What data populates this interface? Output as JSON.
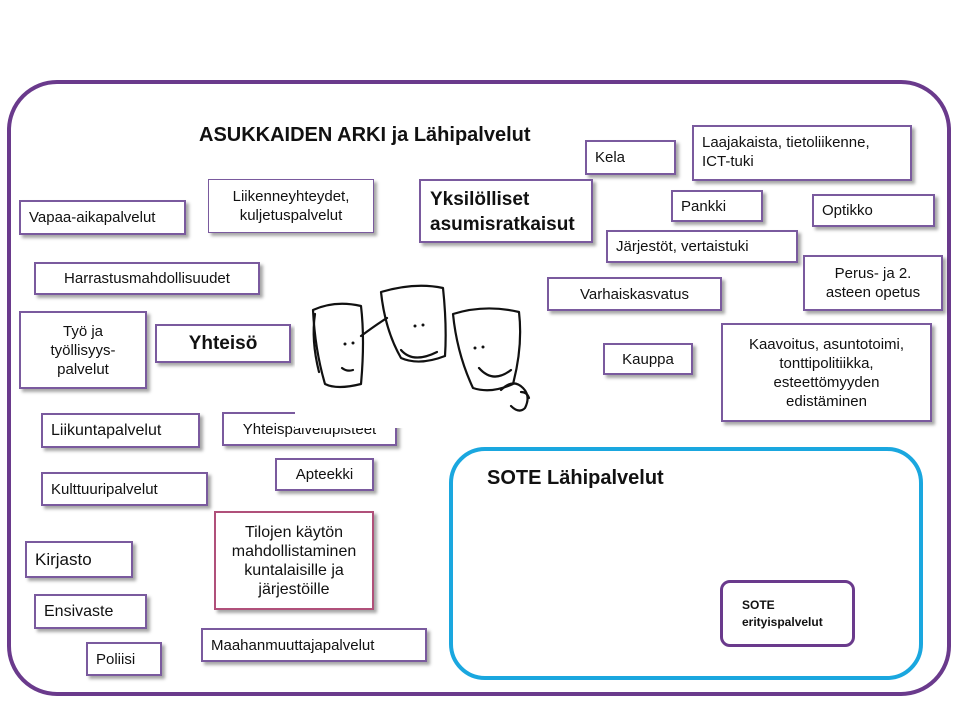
{
  "title": "ASUKKAIDEN ARKI ja Lähipalvelut",
  "boxes": {
    "kela": "Kela",
    "laajakaista_1": "Laajakaista, tietoliikenne,",
    "laajakaista_2": "ICT-tuki",
    "liikenne_1": "Liikenneyhteydet,",
    "liikenne_2": "kuljetuspalvelut",
    "yksilolliset_1": "Yksilölliset",
    "yksilolliset_2": "asumisratkaisut",
    "pankki": "Pankki",
    "optikko": "Optikko",
    "vapaa": "Vapaa-aikapalvelut",
    "jarjestot": "Järjestöt, vertaistuki",
    "harrastus": "Harrastusmahdollisuudet",
    "perus_1": "Perus- ja 2.",
    "perus_2": "asteen  opetus",
    "varhais": "Varhaiskasvatus",
    "tyo_1": "Työ ja",
    "tyo_2": "työllisyys-",
    "tyo_3": "palvelut",
    "yhteiso": "Yhteisö",
    "kauppa": "Kauppa",
    "kaavoitus_1": "Kaavoitus, asuntotoimi,",
    "kaavoitus_2": "tonttipolitiikka,",
    "kaavoitus_3": "esteettömyyden",
    "kaavoitus_4": "edistäminen",
    "liikunta": "Liikuntapalvelut",
    "yhteispalvelu": "Yhteispalvelupisteet",
    "apteekki": "Apteekki",
    "kulttuuri": "Kulttuuripalvelut",
    "tilojen_1": "Tilojen käytön",
    "tilojen_2": "mahdollistaminen",
    "tilojen_3": "kuntalaisille ja",
    "tilojen_4": "järjestöille",
    "kirjasto": "Kirjasto",
    "ensivaste": "Ensivaste",
    "poliisi": "Poliisi",
    "maahanmuutto": "Maahanmuuttajapalvelut"
  },
  "sote": {
    "title": "SOTE Lähipalvelut",
    "sub_1": "SOTE",
    "sub_2": "erityispalvelut"
  },
  "colors": {
    "outer_border": "#6a3a8c",
    "box_border": "#7a5a9e",
    "pink_border": "#b0507a",
    "sote_border": "#1aa7df"
  }
}
